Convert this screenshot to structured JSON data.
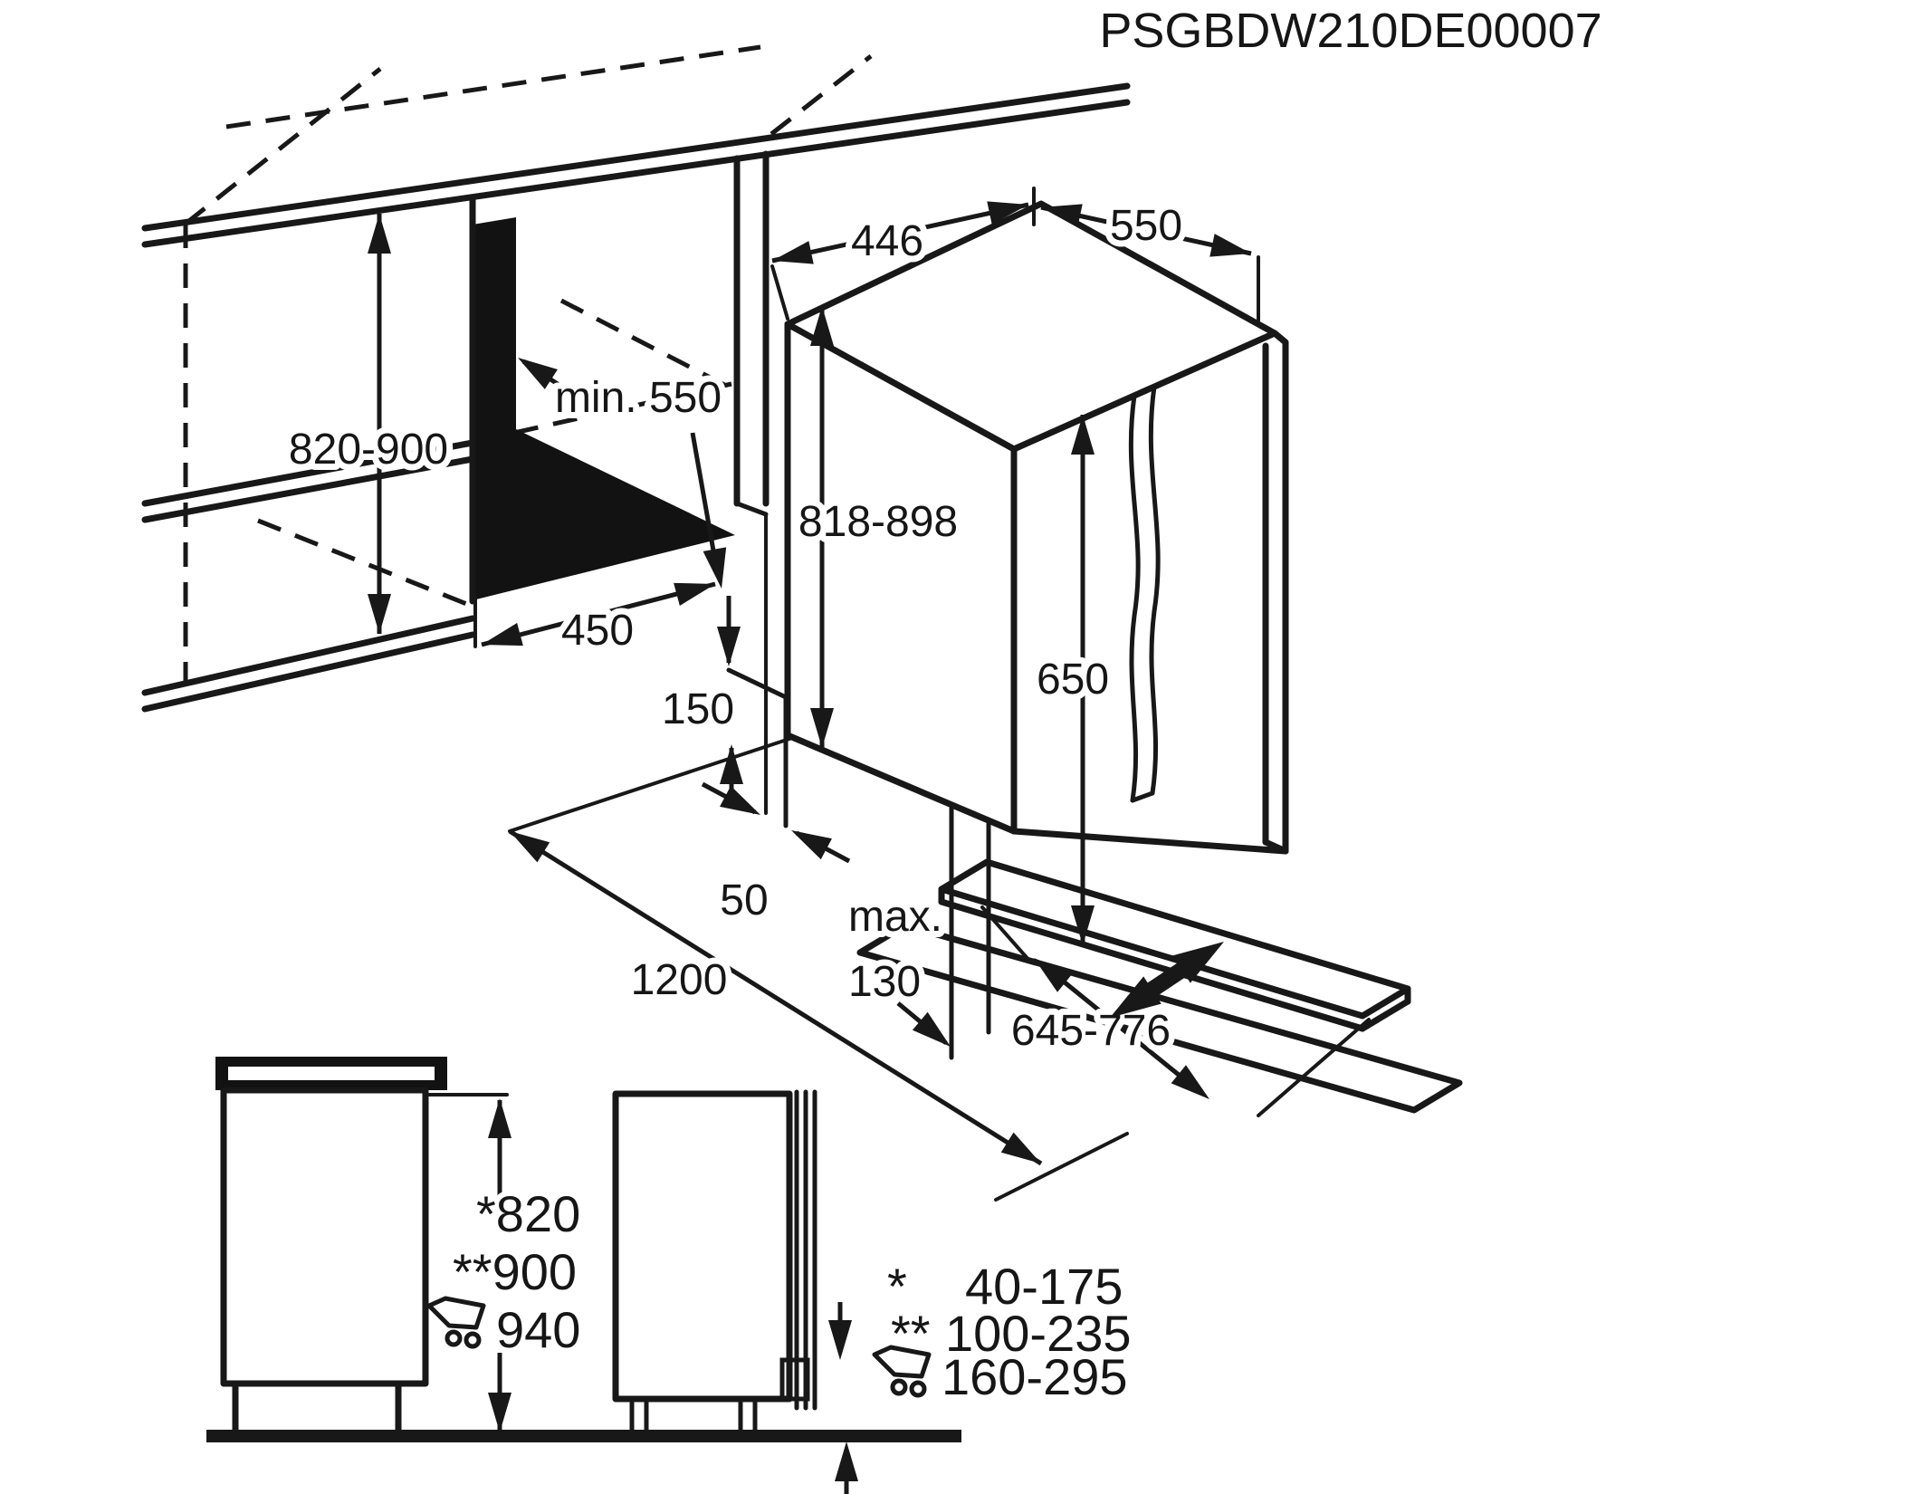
{
  "title": "PSGBDW210DE00007",
  "colors": {
    "line": "#181818",
    "background": "#ffffff",
    "niche_fill": "#121212"
  },
  "main_view": {
    "labels": {
      "niche_height": "820-900",
      "niche_depth": "min. 550",
      "niche_width": "450",
      "appliance_width": "446",
      "appliance_depth": "550",
      "appliance_height": "818-898",
      "door_panel_height": "650",
      "rear_recess": "150",
      "side_gap": "50",
      "front_clearance": "1200",
      "plinth_max_label": "max.",
      "plinth_max_value": "130",
      "slide_out_range": "645-776"
    },
    "icons": {
      "slide_direction": "double-headed-diagonal-arrow-icon"
    }
  },
  "side_views": {
    "worktop_heights": {
      "star": "*820",
      "double_star": "**900",
      "cart": "940"
    },
    "foot_adjustments": [
      {
        "marker": "*",
        "value": "40-175"
      },
      {
        "marker": "**",
        "value": "100-235"
      },
      {
        "marker": "cart",
        "value": "160-295"
      }
    ],
    "icons": {
      "cart": "shopping-cart-icon"
    }
  }
}
